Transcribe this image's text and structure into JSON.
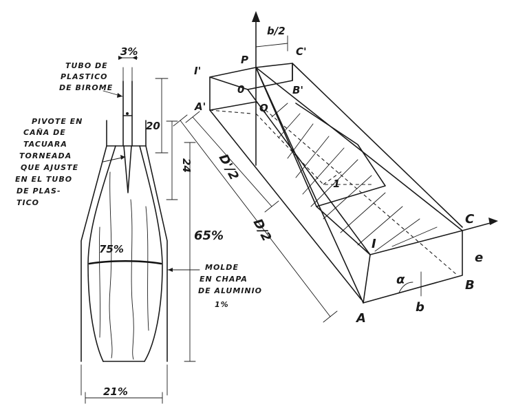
{
  "left_figure": {
    "note_tube": [
      "TUBO DE",
      "PLASTICO",
      "DE BIROME"
    ],
    "note_pivot": [
      "PIVOTE EN",
      "CAÑA DE",
      "TACUARA",
      "TORNEADA",
      "QUE AJUSTE",
      "EN EL TUBO",
      "DE PLAS-",
      "TICO"
    ],
    "note_mold": [
      "MOLDE",
      "EN CHAPA",
      "DE ALUMINIO",
      "1%"
    ],
    "dim_top": "3%",
    "dim_20": "20",
    "dim_24": "24",
    "dim_65": "65%",
    "dim_75": "75%",
    "dim_21": "21%"
  },
  "right_figure": {
    "axis_label": "b/2",
    "pt_P": "P",
    "pt_C1": "C'",
    "pt_I1": "I'",
    "pt_O": "0",
    "pt_B1": "B'",
    "pt_A1": "A'",
    "pt_Q": "Q",
    "dim_D1_2": "D'/2",
    "dim_D_2": "D/2",
    "pt_I": "I",
    "pt_C": "C",
    "pt_e": "e",
    "pt_alpha": "α",
    "pt_B": "B",
    "pt_b": "b",
    "pt_A": "A",
    "pt_1": "1"
  }
}
